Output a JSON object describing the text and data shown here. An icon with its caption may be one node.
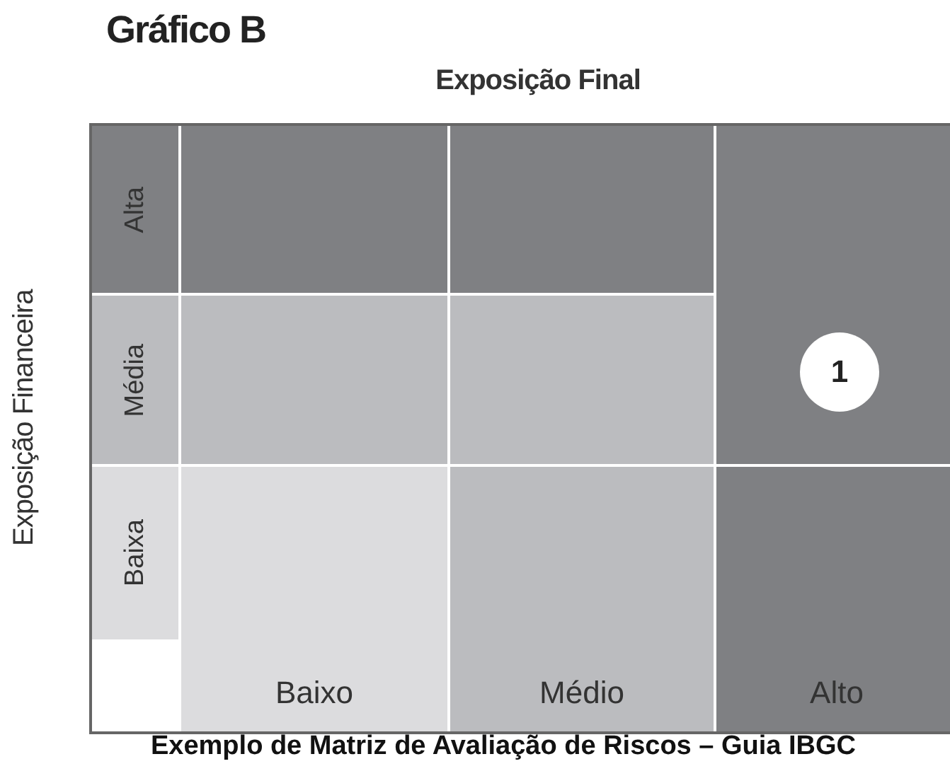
{
  "diagram": {
    "title": "Gráfico B",
    "caption": "Exemplo de Matriz de Avaliação de Riscos – Guia IBGC",
    "nodes": [
      {
        "text": [
          "Alta"
        ]
      },
      {
        "text": [
          "Média"
        ]
      },
      {
        "text": [
          "Baixa"
        ]
      },
      {
        "text": [],
        "shape": "box"
      },
      {
        "text": [],
        "shape": "box"
      },
      {
        "text": [],
        "shape": "box"
      },
      {
        "text": [
          "1"
        ],
        "in": 5
      },
      {
        "text": [],
        "shape": "box"
      },
      {
        "text": [],
        "shape": "box"
      },
      {
        "text": [
          "Baixo"
        ]
      },
      {
        "text": [
          "Médio"
        ]
      },
      {
        "text": [
          "Alto"
        ]
      }
    ],
    "edges": [],
    "labels": [
      "Exposição Final",
      "Exposição Financeira"
    ]
  }
}
